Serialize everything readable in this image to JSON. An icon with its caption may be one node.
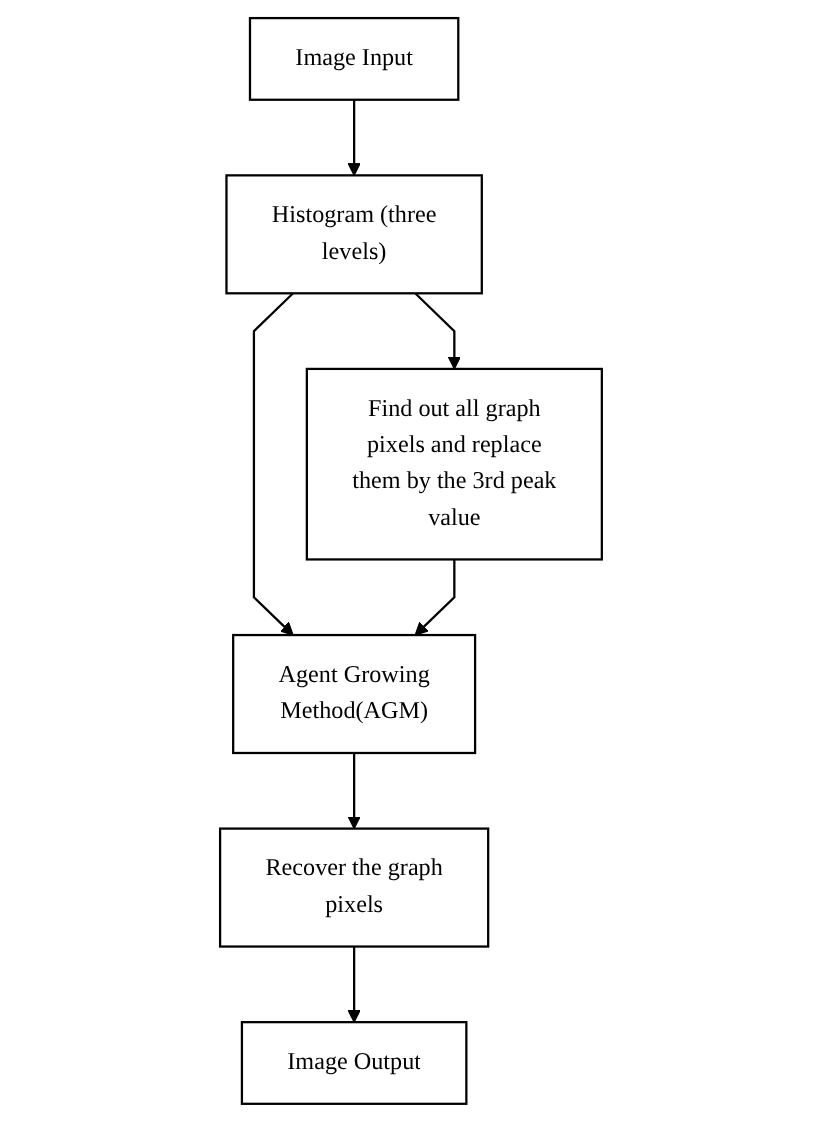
{
  "diagram": {
    "nodes": [
      {
        "text": [
          "Image Input"
        ]
      },
      {
        "text": [
          "Histogram (three levels)"
        ]
      },
      {
        "text": [
          "Find out all graph pixels and replace them by the 3rd peak value"
        ]
      },
      {
        "text": [
          "Agent Growing Method(AGM)"
        ]
      },
      {
        "text": [
          "Recover the graph pixels"
        ]
      },
      {
        "text": [
          "Image Output"
        ]
      }
    ],
    "edges": [
      {
        "from": 0,
        "to": 1,
        "arrow": "to"
      },
      {
        "from": 1,
        "to": 2,
        "arrow": "to"
      },
      {
        "from": 1,
        "to": 3,
        "arrow": "to"
      },
      {
        "from": 2,
        "to": 3,
        "arrow": "to"
      },
      {
        "from": 3,
        "to": 4,
        "arrow": "to"
      },
      {
        "from": 4,
        "to": 5,
        "arrow": "to"
      }
    ]
  }
}
